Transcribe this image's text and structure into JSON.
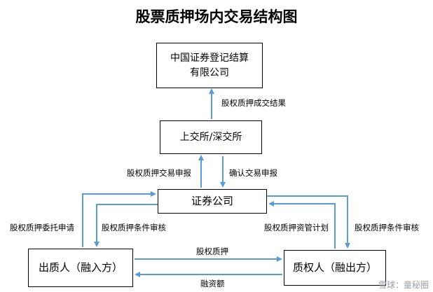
{
  "title": "股票质押场内交易结构图",
  "nodes": {
    "csdc_line1": "中国证券登记结算",
    "csdc_line2": "有限公司",
    "exchange": "上交所/深交所",
    "broker": "证券公司",
    "pledgor": "出质人（融入方）",
    "pledgee": "质权人（融出方）"
  },
  "labels": {
    "pledge_result": "股权质押成交结果",
    "trade_declare": "股权质押交易申报",
    "confirm_declare": "确认交易申报",
    "entrust_declare": "股权质押委托申请",
    "condition_review_left": "股权质押条件审核",
    "fund_plan": "股权质押资管计划",
    "condition_review_right": "股权质押条件审核",
    "equity_pledge": "股权质押",
    "financing_amount": "融资额"
  },
  "colors": {
    "arrow": "#5b9bd5",
    "border": "#000000"
  },
  "watermark": "雪球：童秘圈"
}
